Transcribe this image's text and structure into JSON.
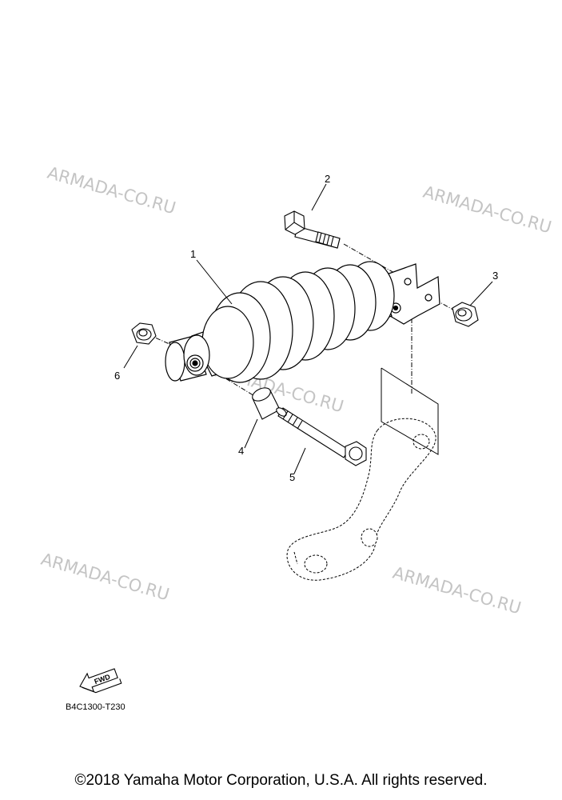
{
  "watermarks": [
    "ARMADA-CO.RU",
    "ARMADA-CO.RU",
    "ARMADA-CO.RU",
    "ARMADA-CO.RU",
    "ARMADA-CO.RU"
  ],
  "callouts": [
    "1",
    "2",
    "3",
    "4",
    "5",
    "6"
  ],
  "fwd_label": "FWD",
  "diagram_code": "B4C1300-T230",
  "copyright": "©2018 Yamaha Motor Corporation, U.S.A. All rights reserved.",
  "colors": {
    "line": "#000000",
    "watermark": "#c4c4c4",
    "background": "#ffffff"
  }
}
